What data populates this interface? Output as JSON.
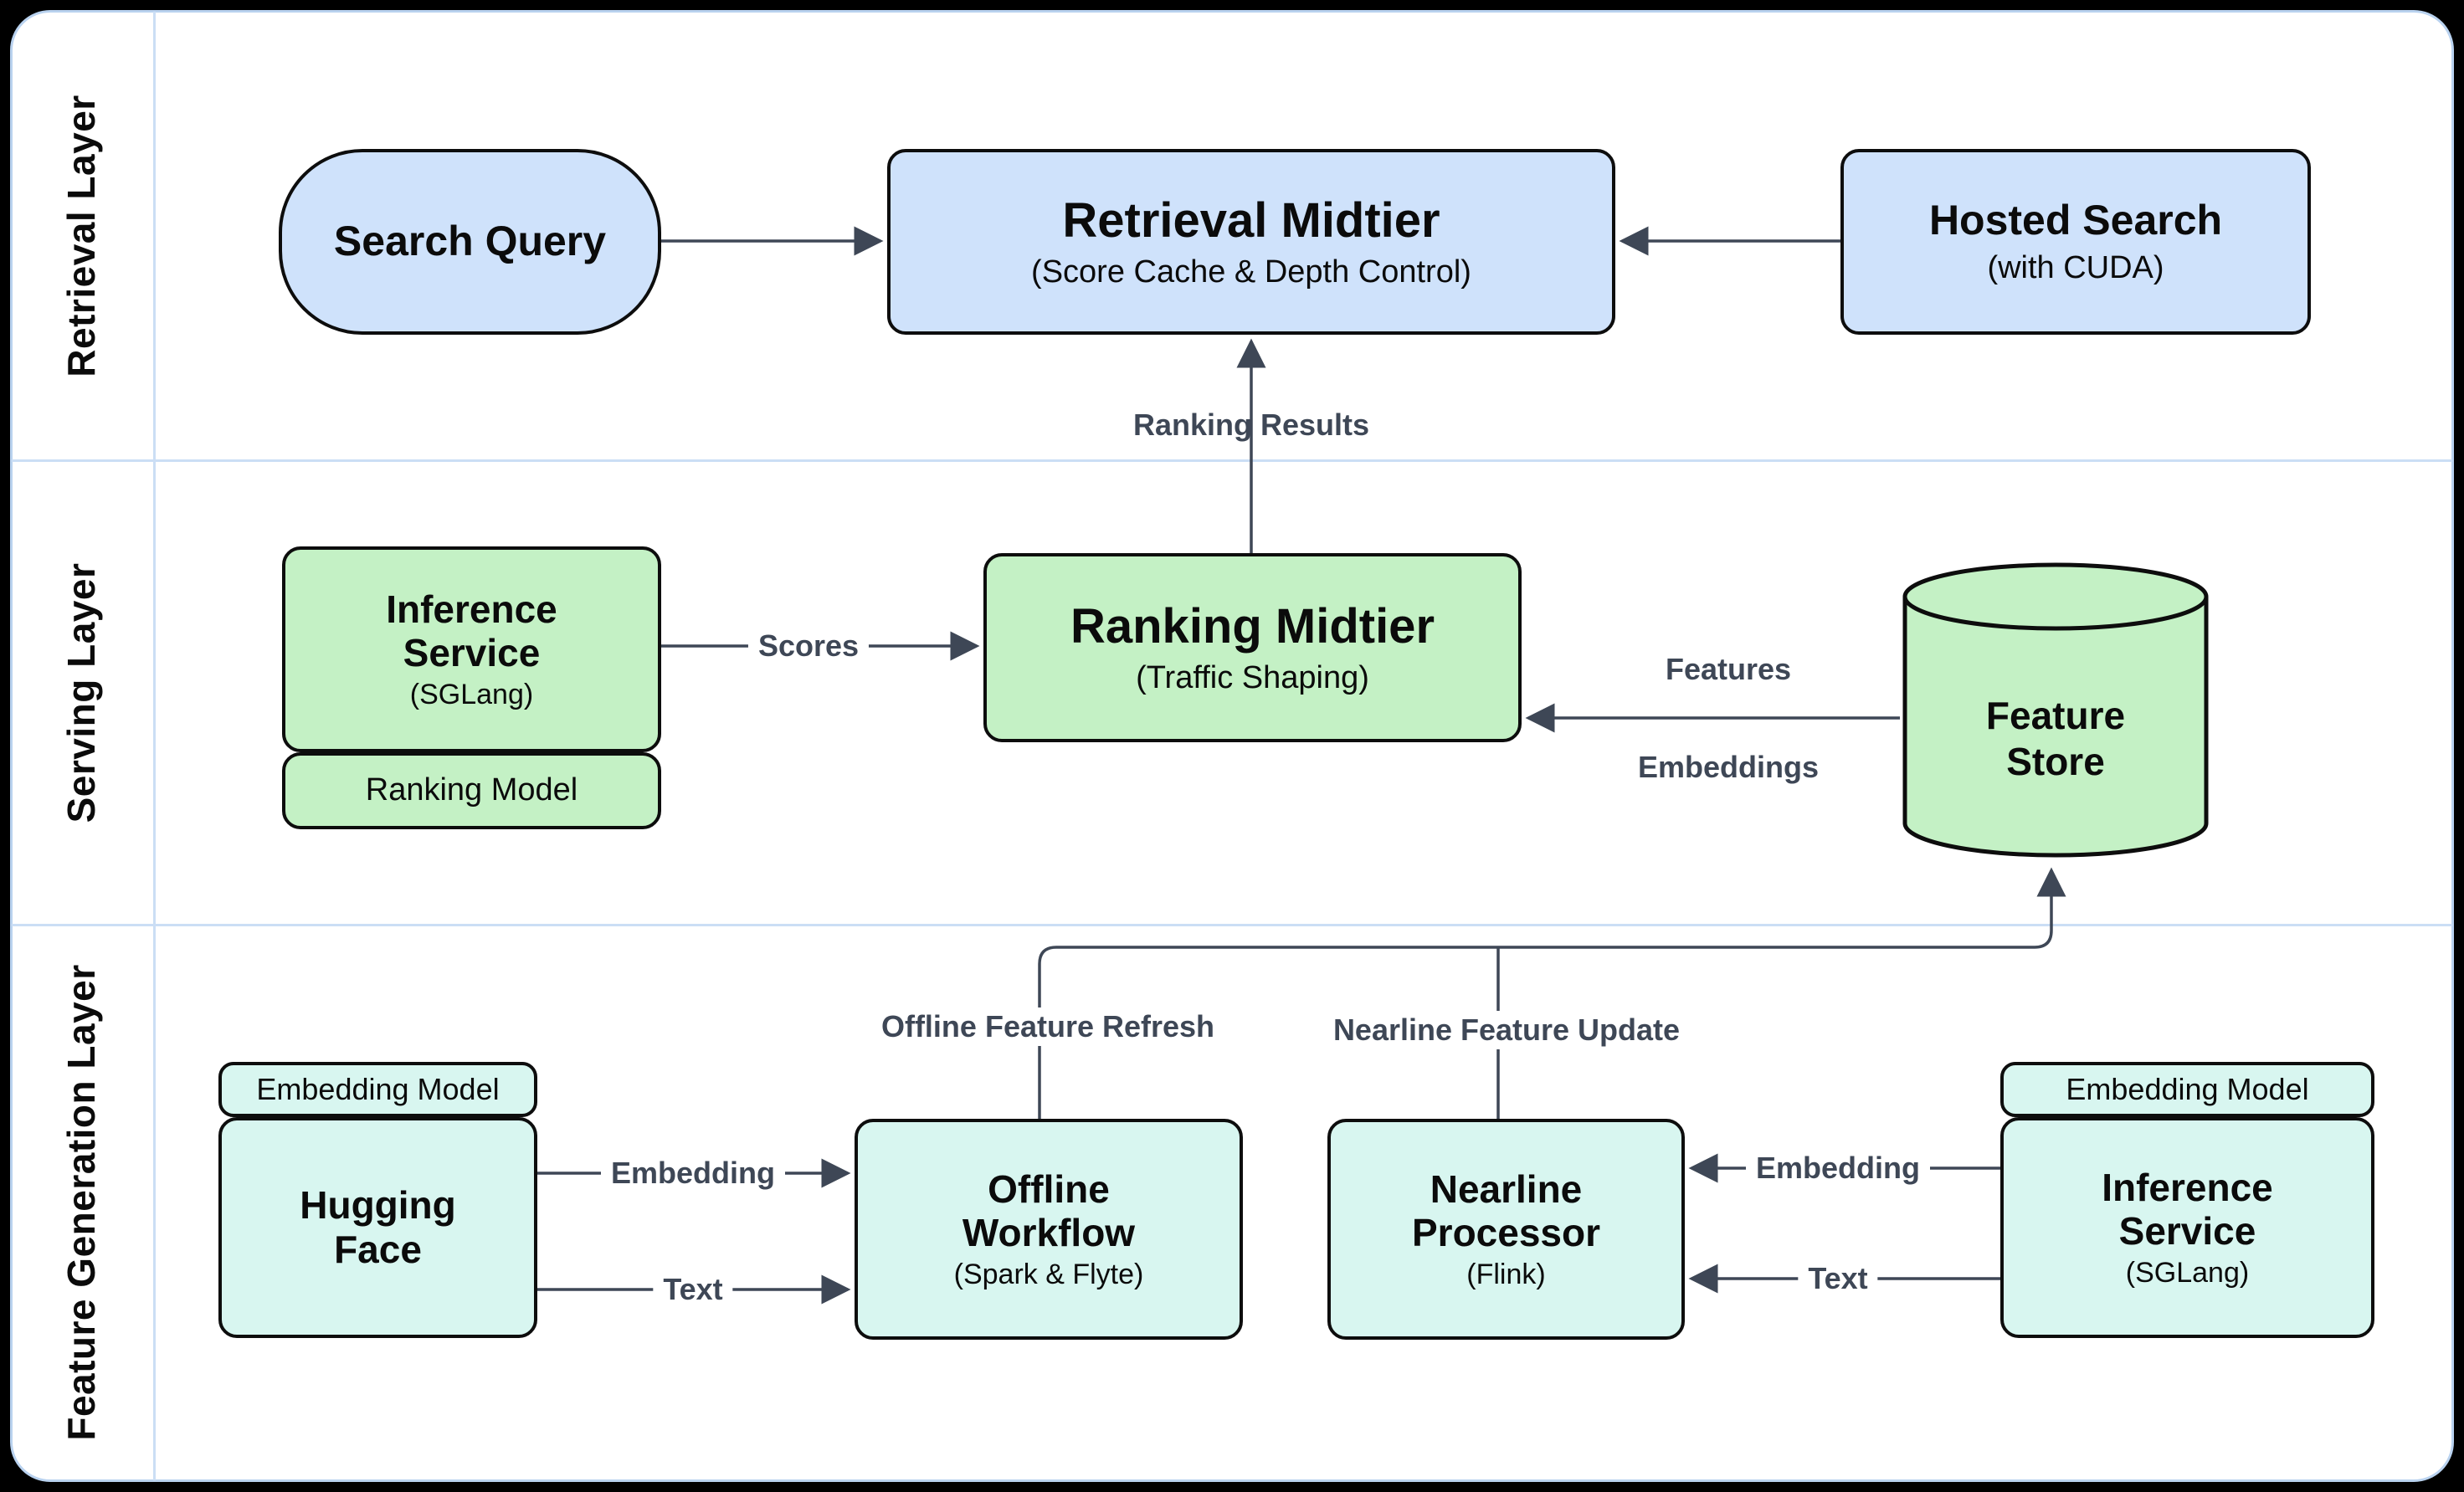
{
  "diagram": {
    "layers": [
      {
        "label": "Retrieval Layer"
      },
      {
        "label": "Serving Layer"
      },
      {
        "label": "Feature Generation Layer"
      }
    ],
    "nodes": {
      "search_query": {
        "title": "Search Query"
      },
      "retrieval_midtier": {
        "title": "Retrieval Midtier",
        "subtitle": "(Score Cache & Depth Control)"
      },
      "hosted_search": {
        "title": "Hosted Search",
        "subtitle": "(with CUDA)"
      },
      "inference_service_serving": {
        "title": "Inference\nService",
        "subtitle": "(SGLang)"
      },
      "ranking_model": {
        "title": "Ranking Model"
      },
      "ranking_midtier": {
        "title": "Ranking Midtier",
        "subtitle": "(Traffic Shaping)"
      },
      "feature_store": {
        "title": "Feature\nStore"
      },
      "embedding_model_left": {
        "title": "Embedding Model"
      },
      "hugging_face": {
        "title": "Hugging\nFace"
      },
      "offline_workflow": {
        "title": "Offline\nWorkflow",
        "subtitle": "(Spark & Flyte)"
      },
      "nearline_processor": {
        "title": "Nearline\nProcessor",
        "subtitle": "(Flink)"
      },
      "embedding_model_right": {
        "title": "Embedding Model"
      },
      "inference_service_feature": {
        "title": "Inference\nService",
        "subtitle": "(SGLang)"
      }
    },
    "edge_labels": {
      "ranking_results": "Ranking Results",
      "scores": "Scores",
      "features": "Features",
      "embeddings": "Embeddings",
      "offline_feature_refresh": "Offline Feature Refresh",
      "nearline_feature_update": "Nearline Feature Update",
      "embedding_left": "Embedding",
      "text_left": "Text",
      "embedding_right": "Embedding",
      "text_right": "Text"
    },
    "colors": {
      "node_blue": "#CFE2FB",
      "node_green": "#C4F1C5",
      "node_mint": "#D8F6F0",
      "connector": "#3E4756",
      "separator": "#CBDEF5",
      "node_border": "#0d0d0d",
      "canvas": "#FFFFFF",
      "frame": "#000000"
    }
  }
}
